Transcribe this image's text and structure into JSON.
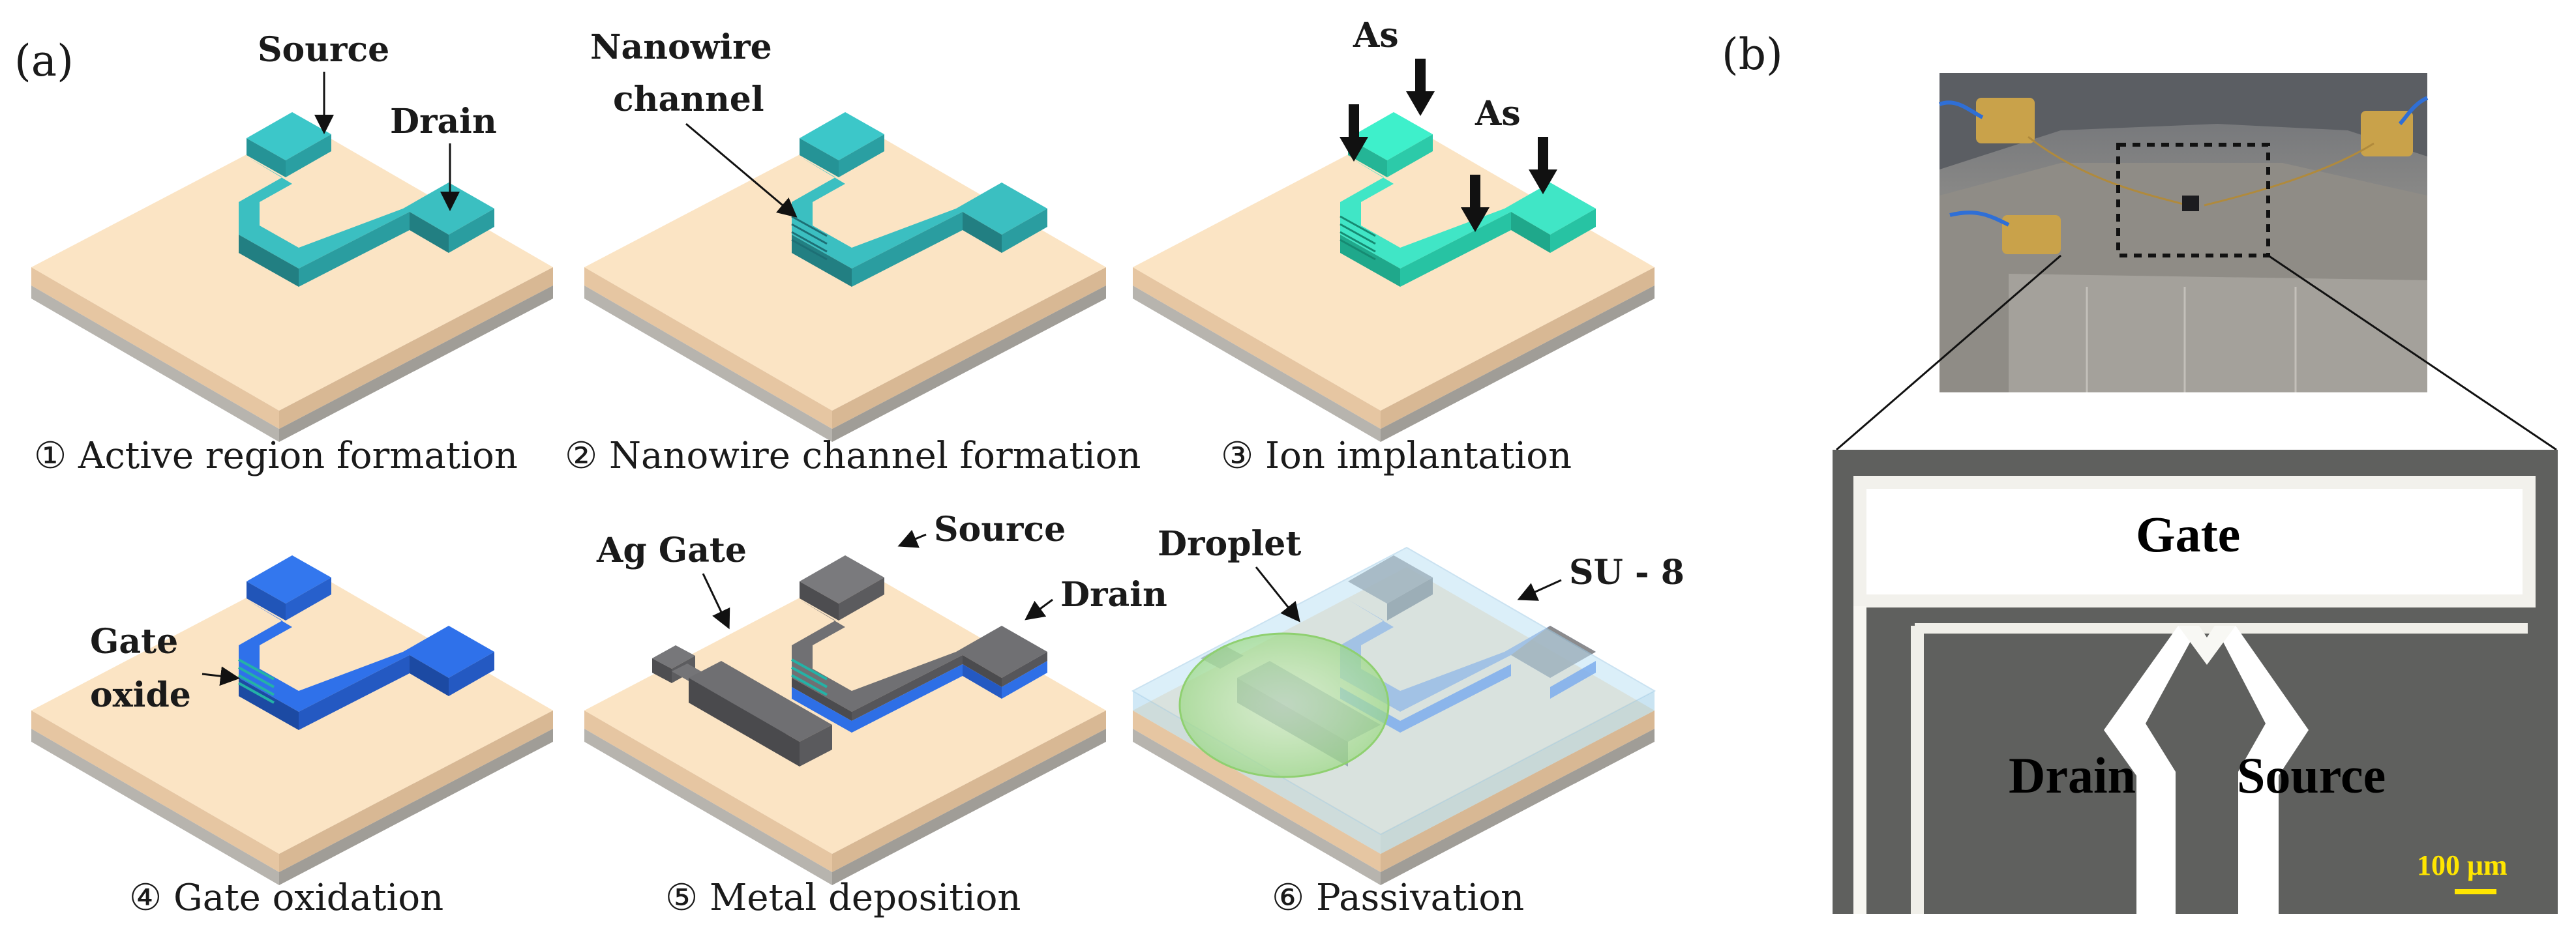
{
  "panel_a": {
    "label": "(a)",
    "steps": [
      {
        "caption": "① Active region formation",
        "labels": [
          "Source",
          "Drain"
        ]
      },
      {
        "caption": "② Nanowire channel formation",
        "labels": [
          "Nanowire",
          "channel"
        ]
      },
      {
        "caption": "③ Ion implantation",
        "labels": [
          "As",
          "As"
        ]
      },
      {
        "caption": "④ Gate oxidation",
        "labels": [
          "Gate",
          "oxide"
        ]
      },
      {
        "caption": "⑤ Metal deposition",
        "labels": [
          "Ag Gate",
          "Source",
          "Drain"
        ]
      },
      {
        "caption": "⑥ Passivation",
        "labels": [
          "Droplet",
          "SU - 8"
        ]
      }
    ]
  },
  "panel_b": {
    "label": "(b)",
    "micrograph": {
      "gate": "Gate",
      "drain": "Drain",
      "source": "Source",
      "scale_bar": "100 μm"
    }
  },
  "colors": {
    "substrate_top": "#fbe4c4",
    "substrate_side": "#e9c8a3",
    "substrate_base": "#b9b6b0",
    "silicon": "#36b6b9",
    "implanted": "#3ee8c9",
    "oxide": "#2e6fe6",
    "metal": "#6f6f72",
    "su8": "#bfe2f5",
    "droplet": "#bfe8a8"
  }
}
